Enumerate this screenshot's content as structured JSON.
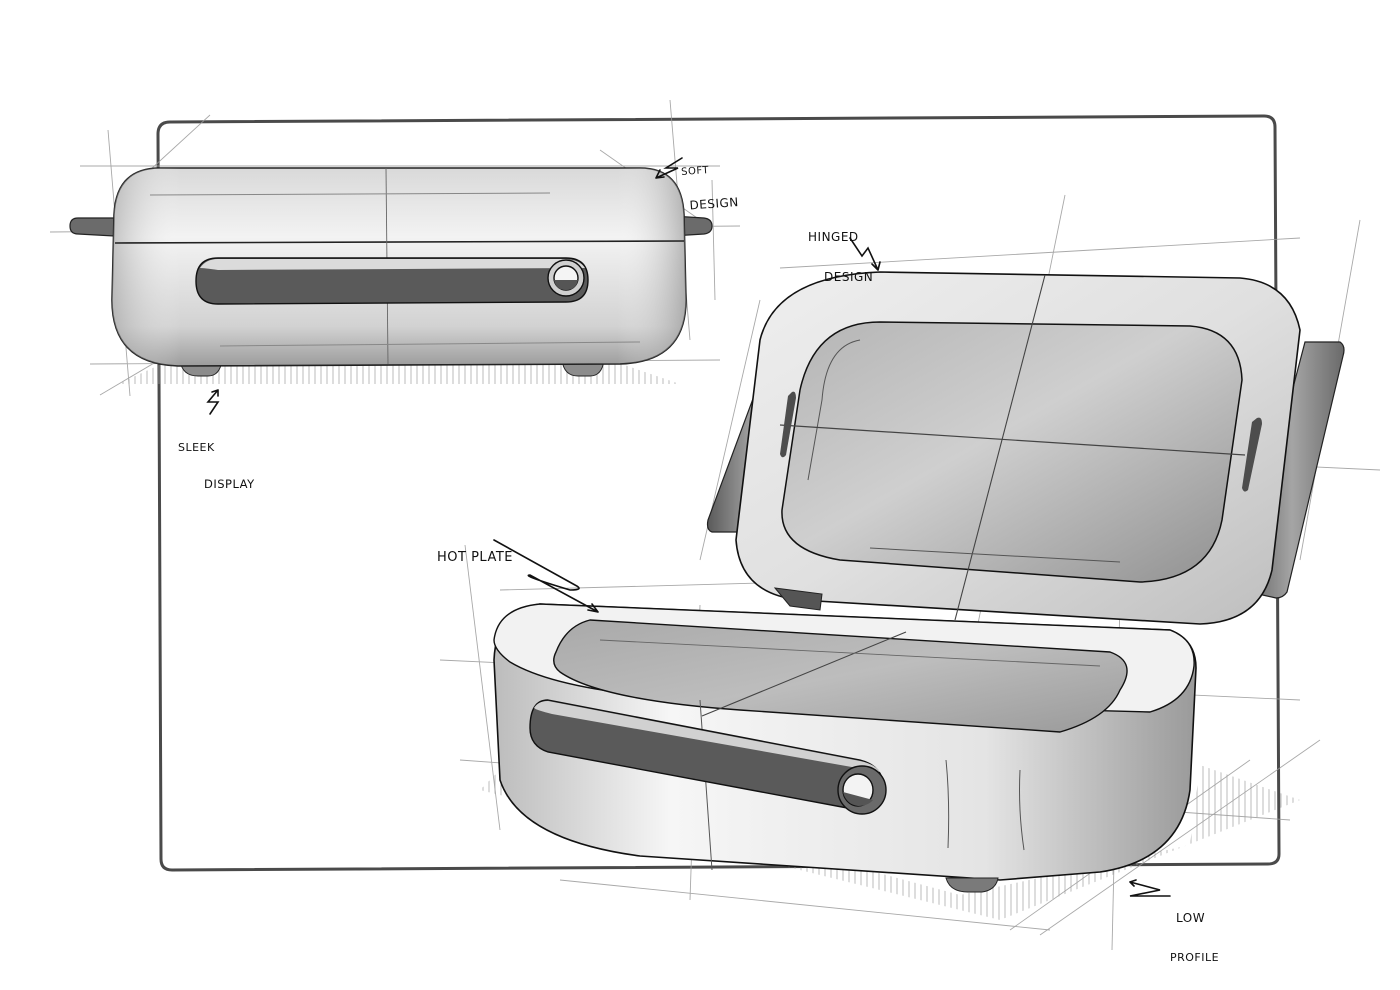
{
  "sketch": {
    "subject": "countertop grill / sandwich press product sketch",
    "colors": {
      "background": "#ffffff",
      "frame_stroke": "#4a4a4a",
      "body_light": "#f2f2f2",
      "body_mid": "#c8c8c8",
      "body_dark": "#8a8a8a",
      "display_strip": "#595959",
      "construction_lines": "#9a9a9a",
      "ink": "#111111"
    },
    "views": [
      {
        "name": "front-elevation",
        "description": "closed unit, front view"
      },
      {
        "name": "perspective-open",
        "description": "open unit with hinged lid, three-quarter view"
      }
    ]
  },
  "annotations": {
    "soft_design": {
      "line1": "SOFT",
      "line2": "DESIGN"
    },
    "sleek_display": {
      "line1": "SLEEK",
      "line2": "DISPLAY"
    },
    "hinged_design": {
      "line1": "HINGED",
      "line2": "DESIGN"
    },
    "hot_plate": {
      "line1": "HOT PLATE"
    },
    "low_profile": {
      "line1": "LOW",
      "line2": "PROFILE"
    }
  }
}
